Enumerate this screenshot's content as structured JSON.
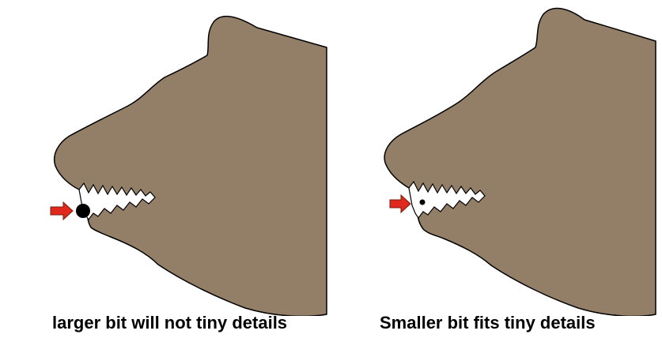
{
  "colors": {
    "bear_fill": "#937F68",
    "bear_stroke": "#000000",
    "mouth_fill": "#ffffff",
    "arrow_fill": "#E0291C",
    "arrow_stroke": "#7a1a12",
    "bit_fill": "#000000"
  },
  "panels": [
    {
      "caption": "larger bit will not tiny details",
      "bit_size": "large"
    },
    {
      "caption": "Smaller bit fits tiny details",
      "bit_size": "small"
    }
  ]
}
